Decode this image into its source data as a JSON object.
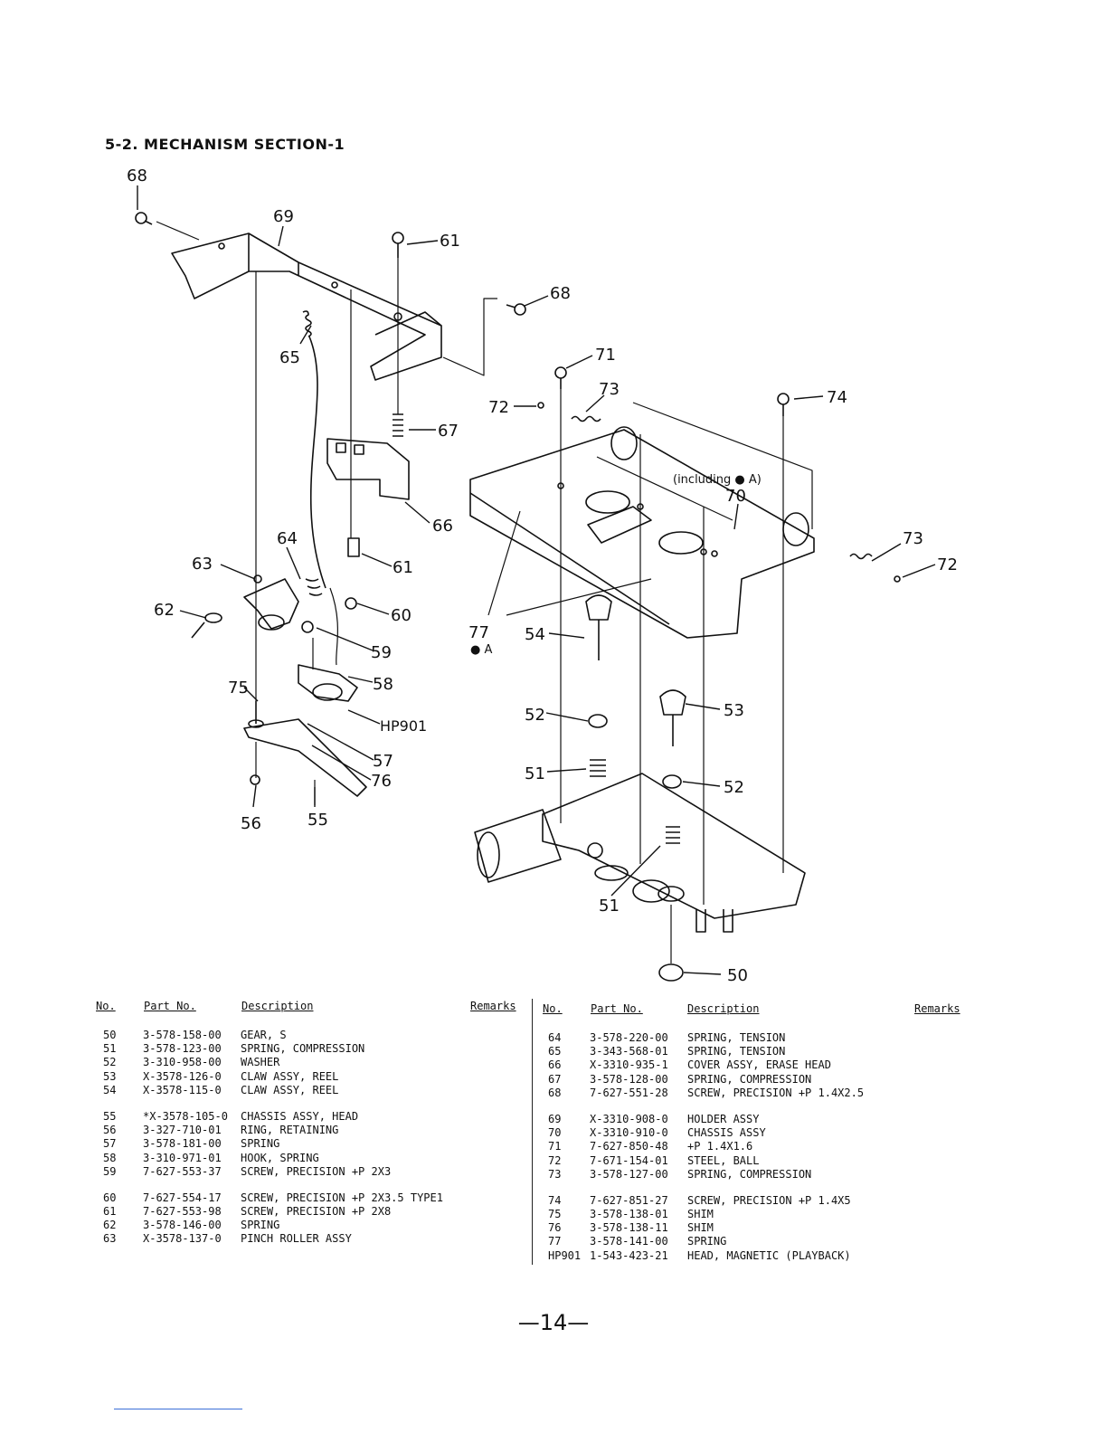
{
  "section_title": "5-2. MECHANISM SECTION-1",
  "callouts": {
    "c68a": "68",
    "c69": "69",
    "c61a": "61",
    "c68b": "68",
    "c65": "65",
    "c71": "71",
    "c73a": "73",
    "c74": "74",
    "c72a": "72",
    "c67": "67",
    "c70": "70",
    "including": "(including ● A)",
    "c66": "66",
    "c73b": "73",
    "c72b": "72",
    "c64": "64",
    "c63": "63",
    "c61b": "61",
    "c62": "62",
    "c60": "60",
    "c77": "77",
    "c77a": "● A",
    "c54": "54",
    "c59": "59",
    "c58": "58",
    "c75": "75",
    "c52a": "52",
    "c53": "53",
    "hp901": "HP901",
    "c57": "57",
    "c76": "76",
    "c51a": "51",
    "c52b": "52",
    "c56": "56",
    "c55": "55",
    "c51b": "51",
    "c50": "50"
  },
  "parts_table": {
    "headers": {
      "no": "No.",
      "part_no": "Part No.",
      "description": "Description",
      "remarks": "Remarks"
    },
    "left": [
      {
        "no": "50",
        "part_no": "3-578-158-00",
        "description": "GEAR, S"
      },
      {
        "no": "51",
        "part_no": "3-578-123-00",
        "description": "SPRING, COMPRESSION"
      },
      {
        "no": "52",
        "part_no": "3-310-958-00",
        "description": "WASHER"
      },
      {
        "no": "53",
        "part_no": "X-3578-126-0",
        "description": "CLAW ASSY, REEL"
      },
      {
        "no": "54",
        "part_no": "X-3578-115-0",
        "description": "CLAW ASSY, REEL"
      },
      {
        "no": "55",
        "part_no": "*X-3578-105-0",
        "description": "CHASSIS ASSY, HEAD"
      },
      {
        "no": "56",
        "part_no": "3-327-710-01",
        "description": "RING, RETAINING"
      },
      {
        "no": "57",
        "part_no": "3-578-181-00",
        "description": "SPRING"
      },
      {
        "no": "58",
        "part_no": "3-310-971-01",
        "description": "HOOK, SPRING"
      },
      {
        "no": "59",
        "part_no": "7-627-553-37",
        "description": "SCREW, PRECISION +P 2X3"
      },
      {
        "no": "60",
        "part_no": "7-627-554-17",
        "description": "SCREW, PRECISION +P 2X3.5 TYPE1"
      },
      {
        "no": "61",
        "part_no": "7-627-553-98",
        "description": "SCREW, PRECISION +P 2X8"
      },
      {
        "no": "62",
        "part_no": "3-578-146-00",
        "description": "SPRING"
      },
      {
        "no": "63",
        "part_no": "X-3578-137-0",
        "description": "PINCH ROLLER ASSY"
      }
    ],
    "right": [
      {
        "no": "64",
        "part_no": "3-578-220-00",
        "description": "SPRING, TENSION"
      },
      {
        "no": "65",
        "part_no": "3-343-568-01",
        "description": "SPRING, TENSION"
      },
      {
        "no": "66",
        "part_no": "X-3310-935-1",
        "description": "COVER ASSY, ERASE HEAD"
      },
      {
        "no": "67",
        "part_no": "3-578-128-00",
        "description": "SPRING, COMPRESSION"
      },
      {
        "no": "68",
        "part_no": "7-627-551-28",
        "description": "SCREW, PRECISION +P 1.4X2.5"
      },
      {
        "no": "69",
        "part_no": "X-3310-908-0",
        "description": "HOLDER ASSY"
      },
      {
        "no": "70",
        "part_no": "X-3310-910-0",
        "description": "CHASSIS ASSY"
      },
      {
        "no": "71",
        "part_no": "7-627-850-48",
        "description": "+P 1.4X1.6"
      },
      {
        "no": "72",
        "part_no": "7-671-154-01",
        "description": "STEEL, BALL"
      },
      {
        "no": "73",
        "part_no": "3-578-127-00",
        "description": "SPRING, COMPRESSION"
      },
      {
        "no": "74",
        "part_no": "7-627-851-27",
        "description": "SCREW, PRECISION +P 1.4X5"
      },
      {
        "no": "75",
        "part_no": "3-578-138-01",
        "description": "SHIM"
      },
      {
        "no": "76",
        "part_no": "3-578-138-11",
        "description": "SHIM"
      },
      {
        "no": "77",
        "part_no": "3-578-141-00",
        "description": "SPRING"
      },
      {
        "no": "HP901",
        "part_no": "1-543-423-21",
        "description": "HEAD, MAGNETIC (PLAYBACK)"
      }
    ]
  },
  "page_number": "—14—"
}
